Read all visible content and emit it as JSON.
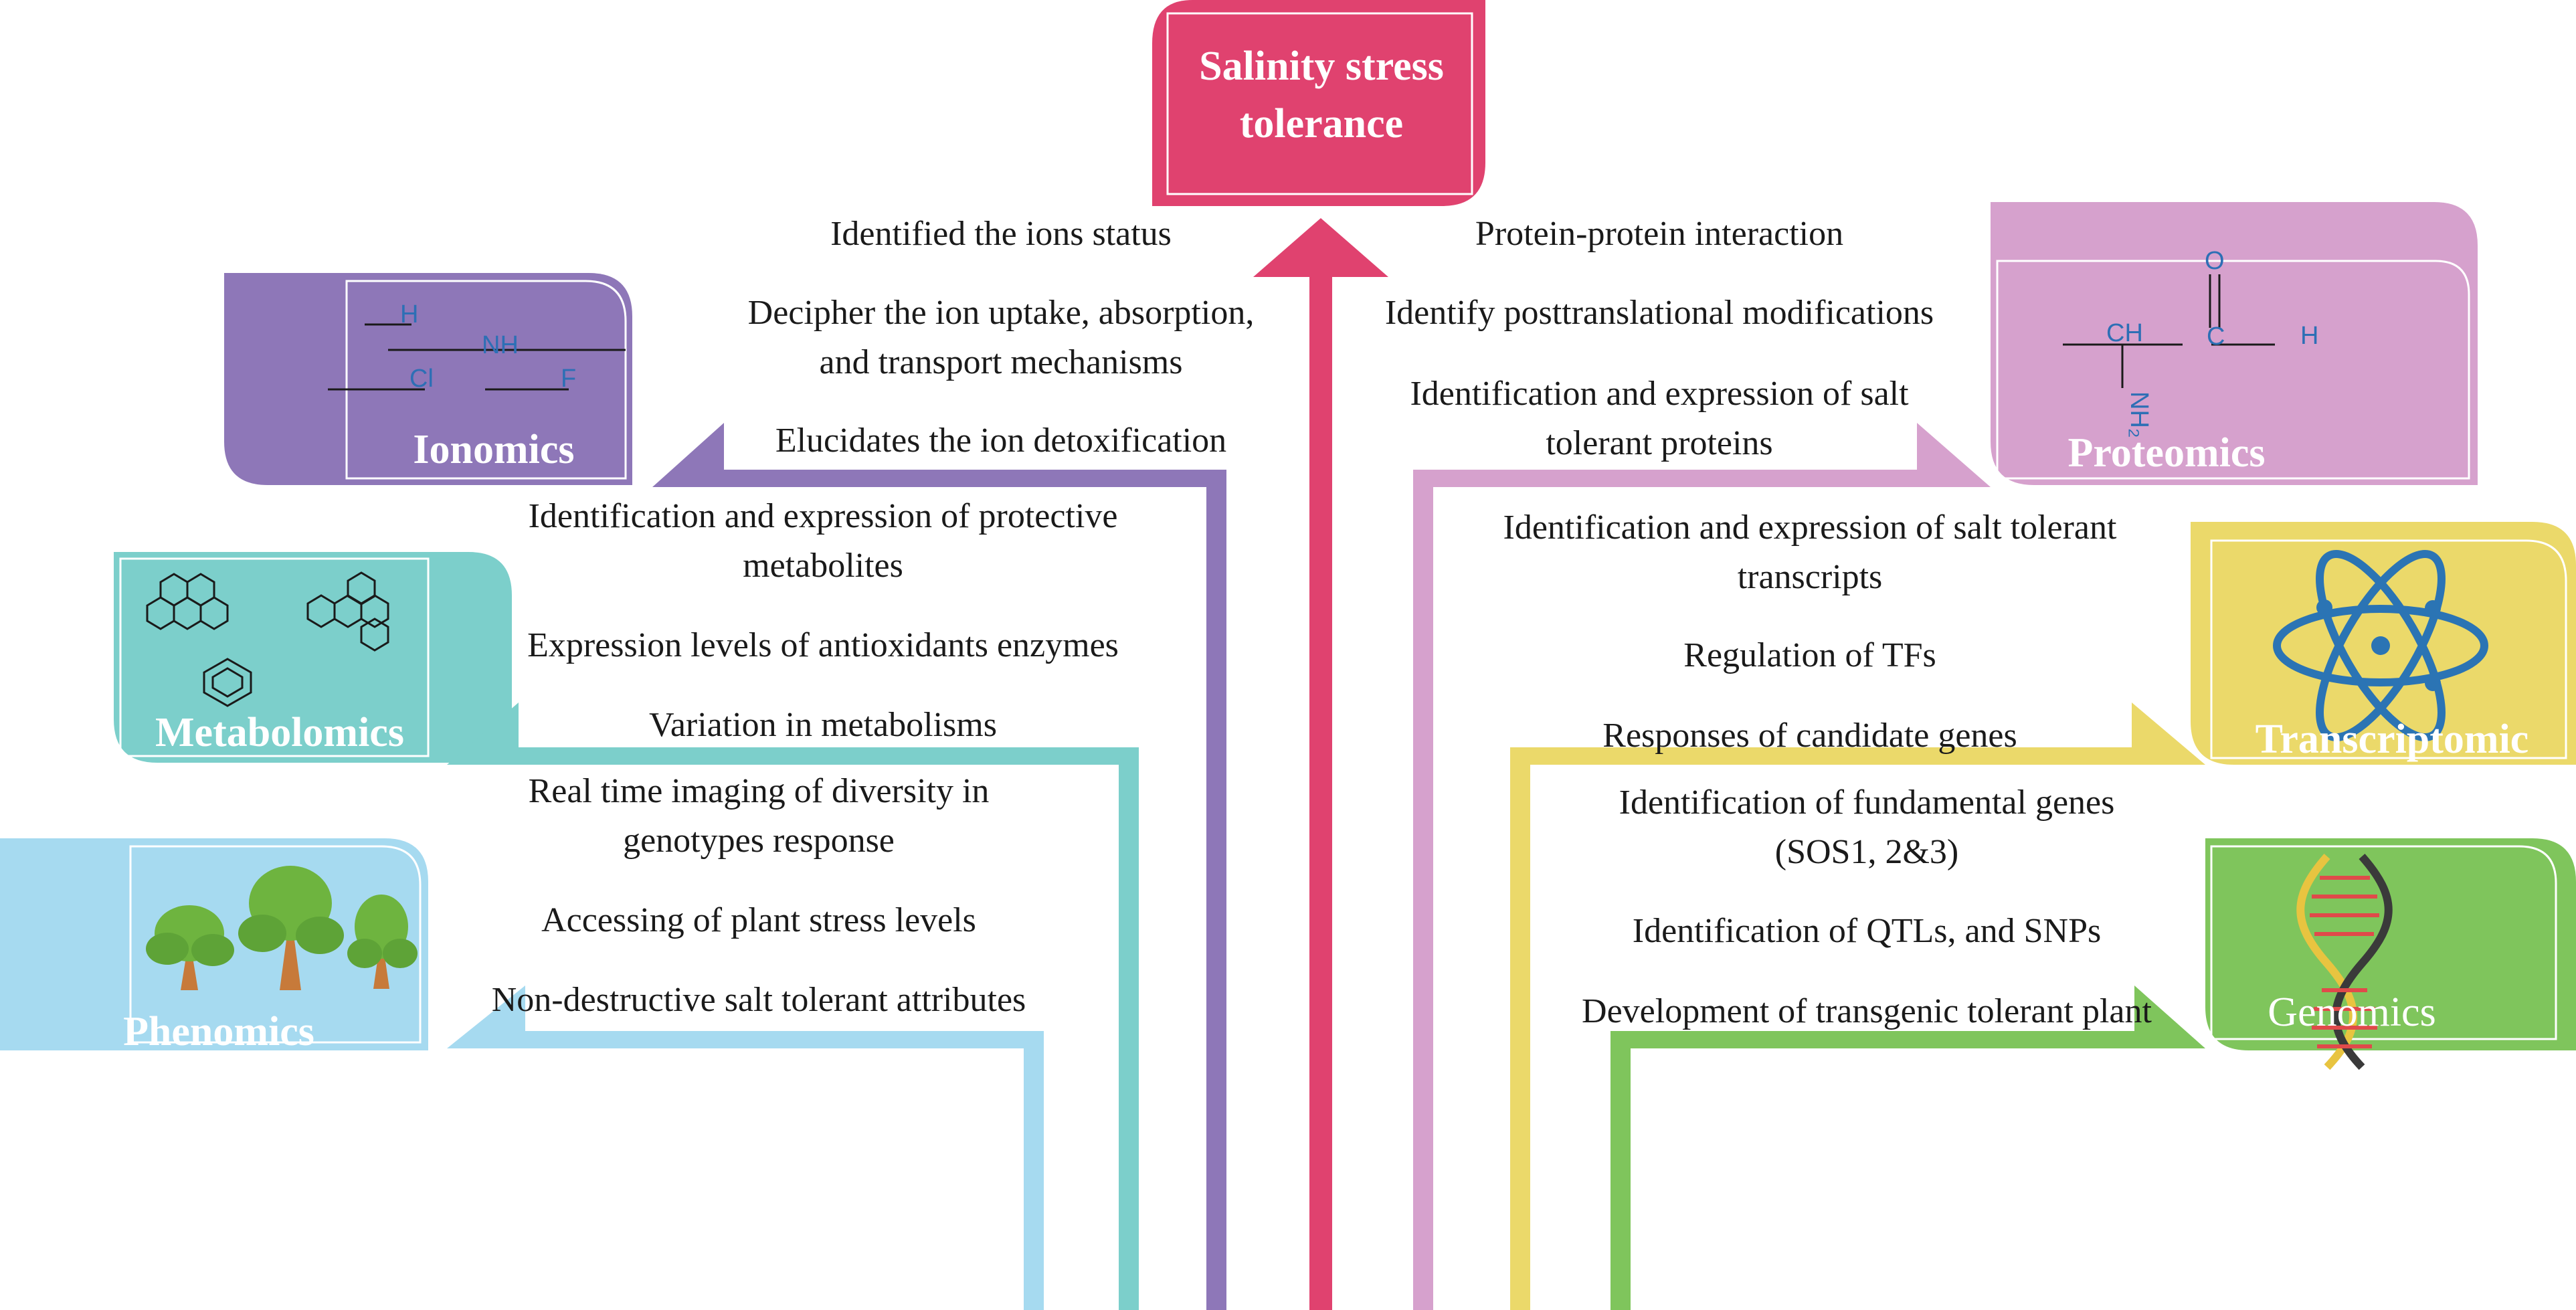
{
  "center": {
    "title_line1": "Salinity stress",
    "title_line2": "tolerance"
  },
  "ionomics": {
    "label": "Ionomics",
    "icon_atoms": {
      "h": "H",
      "nh": "NH",
      "cl": "Cl",
      "f": "F"
    },
    "items": [
      {
        "text": "Identified the ions status"
      },
      {
        "text": "Decipher the ion uptake, absorption,\nand transport mechanisms"
      },
      {
        "text": "Elucidates the ion detoxification"
      }
    ]
  },
  "metabolomics": {
    "label": "Metabolomics",
    "items": [
      {
        "text": "Identification and expression of protective\nmetabolites"
      },
      {
        "text": "Expression levels of antioxidants enzymes"
      },
      {
        "text": "Variation in metabolisms"
      }
    ]
  },
  "phenomics": {
    "label": "Phenomics",
    "items": [
      {
        "text": "Real time imaging of diversity in\ngenotypes response"
      },
      {
        "text": "Accessing of plant stress levels"
      },
      {
        "text": "Non-destructive salt tolerant attributes"
      }
    ]
  },
  "proteomics": {
    "label": "Proteomics",
    "icon_atoms": {
      "o": "O",
      "ch": "CH",
      "c": "C",
      "h": "H",
      "nh2": "NH₂"
    },
    "items": [
      {
        "text": "Protein-protein interaction"
      },
      {
        "text": "Identify posttranslational modifications"
      },
      {
        "text": "Identification and expression of salt\ntolerant proteins"
      }
    ]
  },
  "transcriptomic": {
    "label": "Transcriptomic",
    "items": [
      {
        "text": "Identification and expression of salt tolerant\ntranscripts"
      },
      {
        "text": "Regulation of TFs"
      },
      {
        "text": "Responses of candidate genes"
      }
    ]
  },
  "genomics": {
    "label": "Genomics",
    "items": [
      {
        "text": "Identification of fundamental genes\n(SOS1, 2&3)"
      },
      {
        "text": "Identification of QTLs, and SNPs"
      },
      {
        "text": "Development of transgenic tolerant plant"
      }
    ]
  },
  "colors": {
    "center": "#e0426f",
    "ionomics": "#8e77b8",
    "metabolomics": "#7ccfcb",
    "phenomics": "#a6daf0",
    "proteomics": "#d6a1cd",
    "transcriptomic": "#ebd96a",
    "genomics": "#7fc55c"
  }
}
